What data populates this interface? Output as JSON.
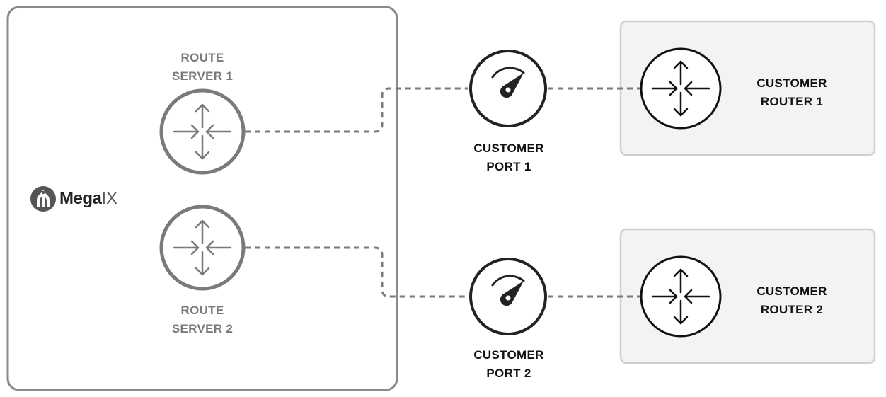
{
  "logo": {
    "brand_bold": "Mega",
    "brand_light": "IX",
    "icon": "megaport-logo-icon"
  },
  "route_servers": [
    {
      "line1": "ROUTE",
      "line2": "SERVER 1",
      "icon": "router-icon"
    },
    {
      "line1": "ROUTE",
      "line2": "SERVER 2",
      "icon": "router-icon"
    }
  ],
  "customer_ports": [
    {
      "line1": "CUSTOMER",
      "line2": "PORT 1",
      "icon": "speedometer-icon"
    },
    {
      "line1": "CUSTOMER",
      "line2": "PORT 2",
      "icon": "speedometer-icon"
    }
  ],
  "customer_routers": [
    {
      "line1": "CUSTOMER",
      "line2": "ROUTER 1",
      "icon": "router-icon"
    },
    {
      "line1": "CUSTOMER",
      "line2": "ROUTER 2",
      "icon": "router-icon"
    }
  ],
  "colors": {
    "megaix_border": "#8a8a8a",
    "route_server": "#7a7a7a",
    "customer_border": "#cfcfcf",
    "customer_fill": "#f3f3f3",
    "dark": "#222222",
    "link": "#7a7a7a"
  }
}
